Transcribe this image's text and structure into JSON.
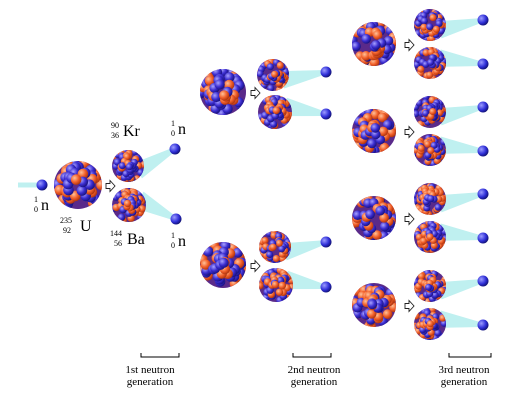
{
  "colors": {
    "proton": "#f2602a",
    "neutron": "#3b2dd0",
    "neutron_ball": "#2f2fd8",
    "trail": "#bff0f0",
    "arrow": "#ffffff"
  },
  "icons": {
    "nucleus": "nucleus-icon",
    "neutron": "neutron-icon",
    "arrow": "split-arrow-icon"
  },
  "labels": {
    "neutron_in": {
      "mass": "1",
      "atomic": "0",
      "symbol": "n"
    },
    "uranium": {
      "mass": "235",
      "atomic": "92",
      "symbol": "U"
    },
    "krypton": {
      "mass": "90",
      "atomic": "36",
      "symbol": "Kr"
    },
    "barium": {
      "mass": "144",
      "atomic": "56",
      "symbol": "Ba"
    },
    "neutron_out_top": {
      "mass": "1",
      "atomic": "0",
      "symbol": "n"
    },
    "neutron_out_bottom": {
      "mass": "1",
      "atomic": "0",
      "symbol": "n"
    }
  },
  "generations": [
    {
      "line1": "1st neutron",
      "line2": "generation"
    },
    {
      "line1": "2nd neutron",
      "line2": "generation"
    },
    {
      "line1": "3rd neutron",
      "line2": "generation"
    }
  ]
}
